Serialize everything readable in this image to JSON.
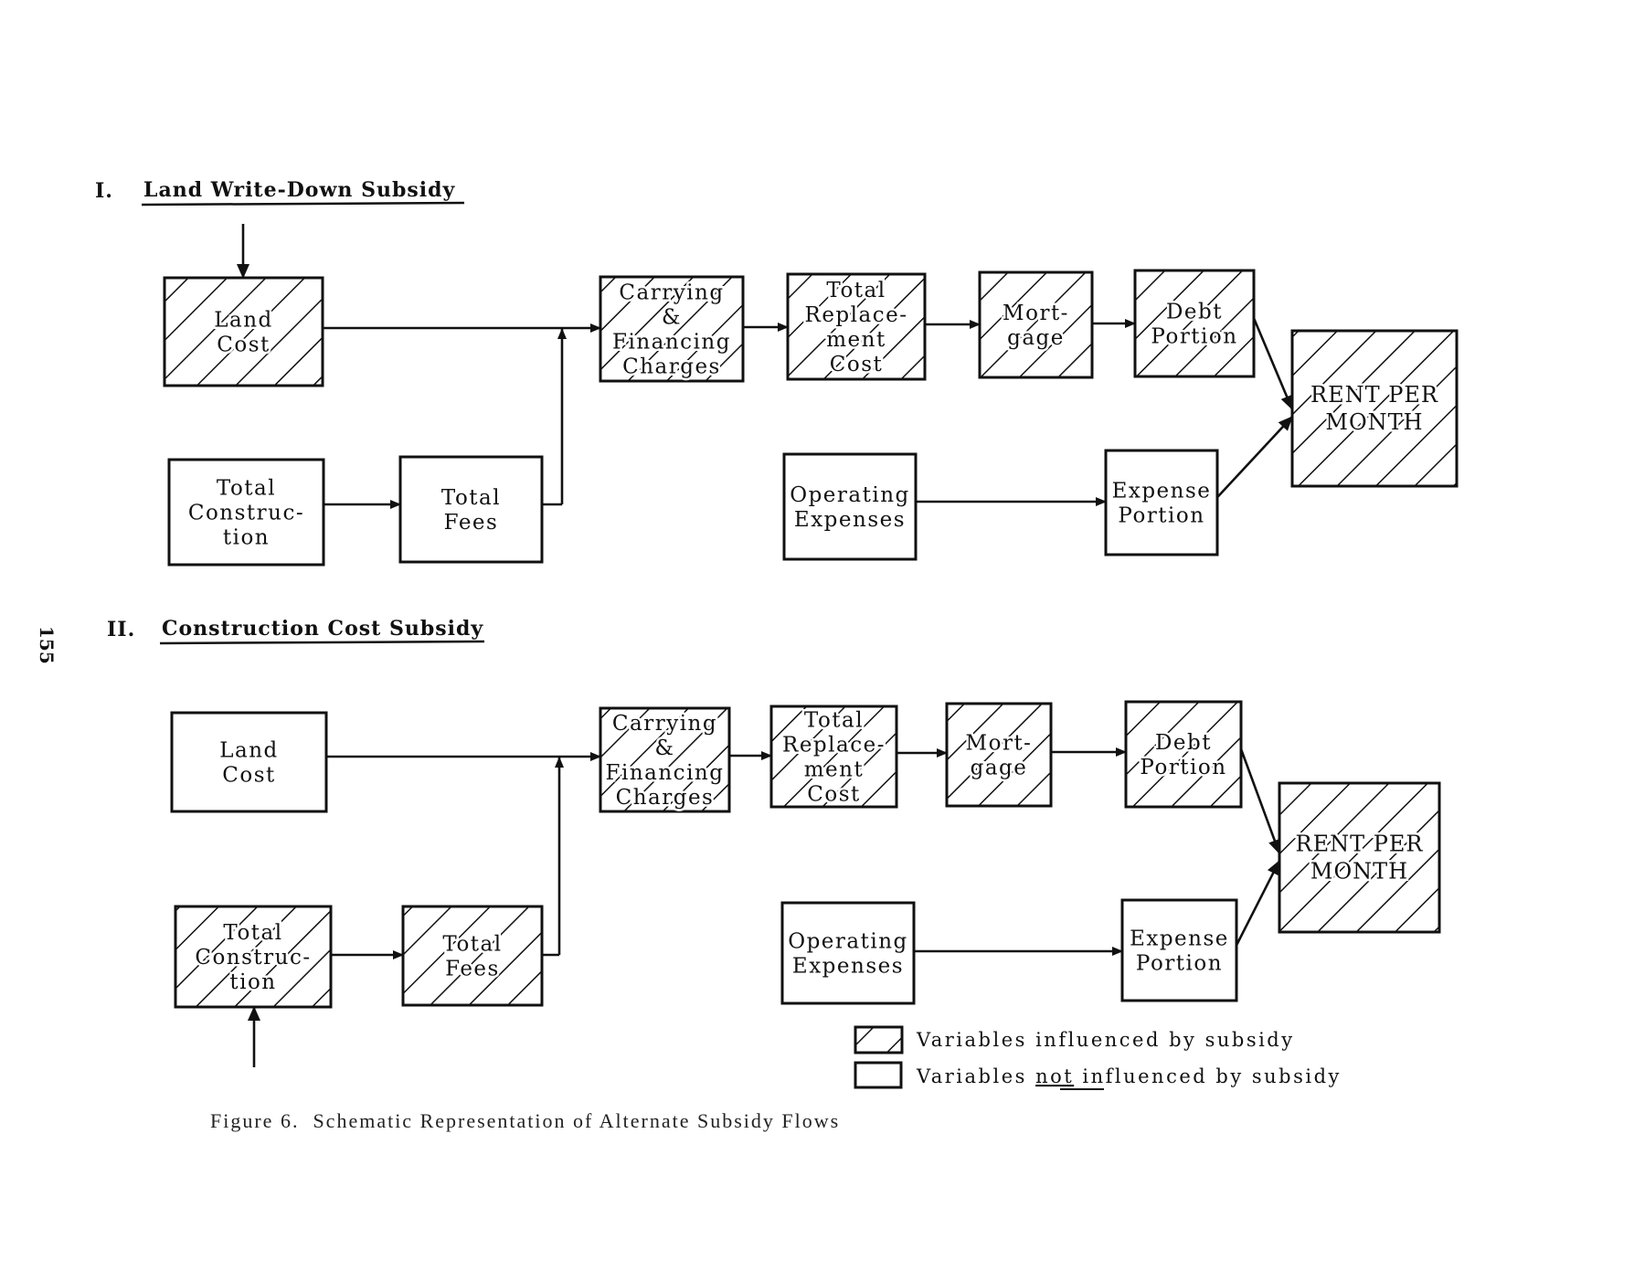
{
  "page_number": "155",
  "sections": [
    {
      "numeral": "I.",
      "title": "Land Write-Down Subsidy",
      "boxes": {
        "land_cost": {
          "lines": [
            "Land",
            "Cost"
          ],
          "influenced": true
        },
        "total_construction": {
          "lines": [
            "Total",
            "Construc-",
            "tion"
          ],
          "influenced": false
        },
        "total_fees": {
          "lines": [
            "Total",
            "Fees"
          ],
          "influenced": false
        },
        "carrying_financing": {
          "lines": [
            "Carrying",
            "&",
            "Financing",
            "Charges"
          ],
          "influenced": true
        },
        "total_replacement": {
          "lines": [
            "Total",
            "Replace-",
            "ment",
            "Cost"
          ],
          "influenced": true
        },
        "mortgage": {
          "lines": [
            "Mort-",
            "gage"
          ],
          "influenced": true
        },
        "debt_portion": {
          "lines": [
            "Debt",
            "Portion"
          ],
          "influenced": true
        },
        "operating_expenses": {
          "lines": [
            "Operating",
            "Expenses"
          ],
          "influenced": false
        },
        "expense_portion": {
          "lines": [
            "Expense",
            "Portion"
          ],
          "influenced": false
        },
        "rent_per_month": {
          "lines": [
            "RENT PER",
            "MONTH"
          ],
          "influenced": true
        }
      },
      "subsidy_entry": "land_cost"
    },
    {
      "numeral": "II.",
      "title": "Construction Cost Subsidy",
      "boxes": {
        "land_cost": {
          "lines": [
            "Land",
            "Cost"
          ],
          "influenced": false
        },
        "total_construction": {
          "lines": [
            "Total",
            "Construc-",
            "tion"
          ],
          "influenced": true
        },
        "total_fees": {
          "lines": [
            "Total",
            "Fees"
          ],
          "influenced": true
        },
        "carrying_financing": {
          "lines": [
            "Carrying",
            "&",
            "Financing",
            "Charges"
          ],
          "influenced": true
        },
        "total_replacement": {
          "lines": [
            "Total",
            "Replace-",
            "ment",
            "Cost"
          ],
          "influenced": true
        },
        "mortgage": {
          "lines": [
            "Mort-",
            "gage"
          ],
          "influenced": true
        },
        "debt_portion": {
          "lines": [
            "Debt",
            "Portion"
          ],
          "influenced": true
        },
        "operating_expenses": {
          "lines": [
            "Operating",
            "Expenses"
          ],
          "influenced": false
        },
        "expense_portion": {
          "lines": [
            "Expense",
            "Portion"
          ],
          "influenced": false
        },
        "rent_per_month": {
          "lines": [
            "RENT PER",
            "MONTH"
          ],
          "influenced": true
        }
      },
      "subsidy_entry": "total_construction"
    }
  ],
  "flows": [
    [
      "land_cost",
      "carrying_financing"
    ],
    [
      "total_construction",
      "total_fees"
    ],
    [
      "total_fees",
      "carrying_financing"
    ],
    [
      "carrying_financing",
      "total_replacement"
    ],
    [
      "total_replacement",
      "mortgage"
    ],
    [
      "mortgage",
      "debt_portion"
    ],
    [
      "debt_portion",
      "rent_per_month"
    ],
    [
      "operating_expenses",
      "expense_portion"
    ],
    [
      "expense_portion",
      "rent_per_month"
    ]
  ],
  "legend": {
    "influenced": "Variables influenced by subsidy",
    "not_influenced_prefix": "Variables ",
    "not_influenced_emphasis": "not",
    "not_influenced_suffix": " influenced by subsidy"
  },
  "caption": "Figure 6.  Schematic Representation of Alternate Subsidy Flows"
}
